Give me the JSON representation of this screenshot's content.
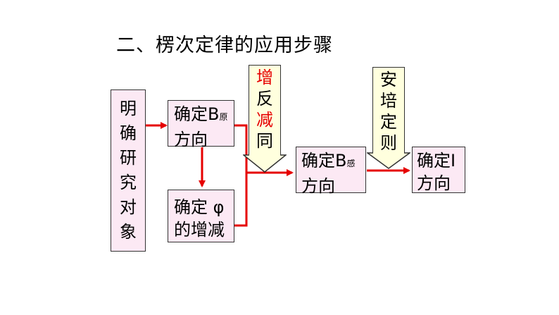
{
  "title": "二、楞次定律的应用步骤",
  "boxes": {
    "study_object": [
      "明",
      "确",
      "研",
      "究",
      "对",
      "象"
    ],
    "b_original": {
      "line1": "确定B",
      "sub": "原",
      "line2": "方向"
    },
    "phi_change": {
      "line1": "确定 φ",
      "line2": "的增减"
    },
    "b_induced": {
      "line1": "确定B",
      "sub": "感",
      "line2": "方向"
    },
    "current": {
      "line1": "确定I",
      "line2": "方向"
    }
  },
  "arrows": {
    "lenz": {
      "chars": [
        "增",
        "反",
        "减",
        "同"
      ]
    },
    "ampere": {
      "chars": [
        "安",
        "培",
        "定",
        "则"
      ]
    }
  },
  "colors": {
    "box_fill": "#fce9f4",
    "arrow_fill": "#ffffde",
    "flow_arrow": "#e60000",
    "highlight_text": "#e60000"
  }
}
